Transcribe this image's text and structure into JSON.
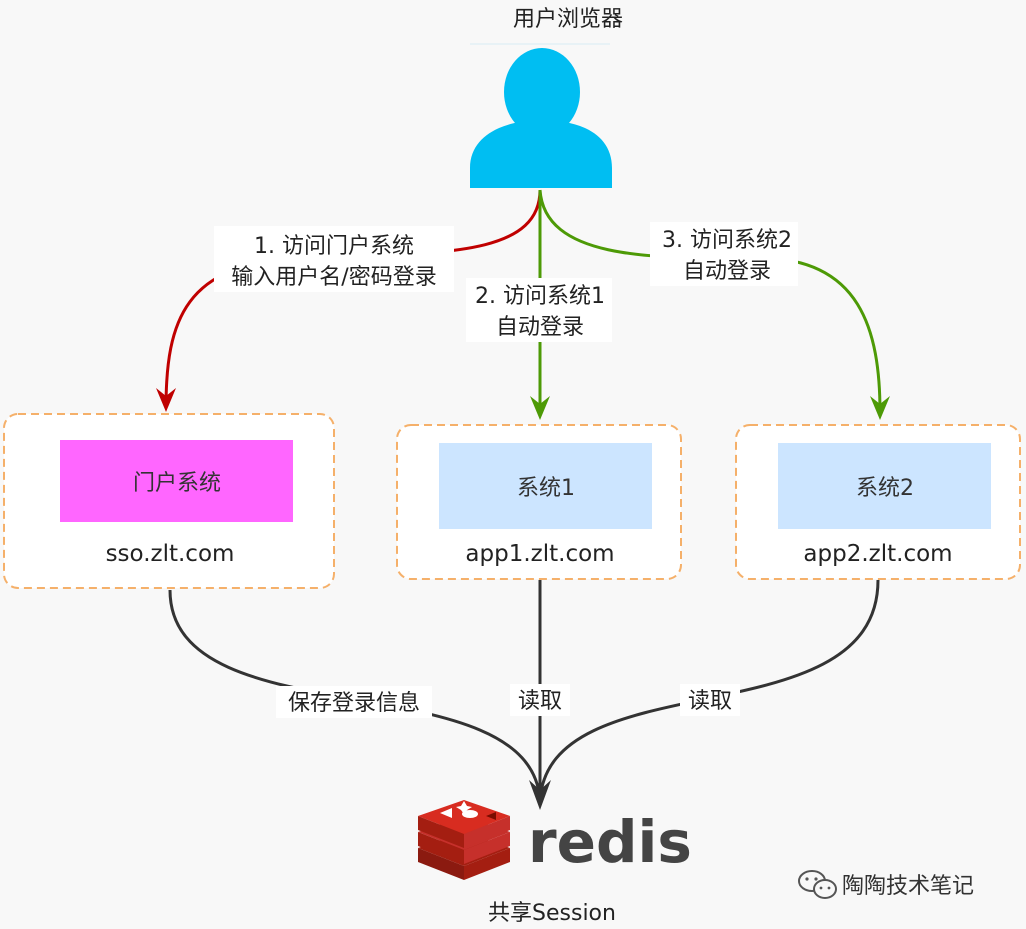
{
  "user": {
    "label": "用户浏览器"
  },
  "edges": {
    "portal": {
      "line1": "1. 访问门户系统",
      "line2": "输入用户名/密码登录",
      "color": "#c00000"
    },
    "app1": {
      "line1": "2. 访问系统1",
      "line2": "自动登录",
      "color": "#4d9a06"
    },
    "app2": {
      "line1": "3. 访问系统2",
      "line2": "自动登录",
      "color": "#4d9a06"
    }
  },
  "systems": [
    {
      "name": "门户系统",
      "domain": "sso.zlt.com",
      "fill": "#ff66ff"
    },
    {
      "name": "系统1",
      "domain": "app1.zlt.com",
      "fill": "#cce5ff"
    },
    {
      "name": "系统2",
      "domain": "app2.zlt.com",
      "fill": "#cce5ff"
    }
  ],
  "storage_edges": {
    "save": "保存登录信息",
    "read1": "读取",
    "read2": "读取"
  },
  "redis": {
    "logo_text": "redis",
    "caption": "共享Session"
  },
  "watermark": {
    "text": "陶陶技术笔记"
  },
  "colors": {
    "user_icon": "#00bef2",
    "container_border": "#f5b06a",
    "dark_edge": "#333333",
    "redis_red": "#c6302b"
  }
}
